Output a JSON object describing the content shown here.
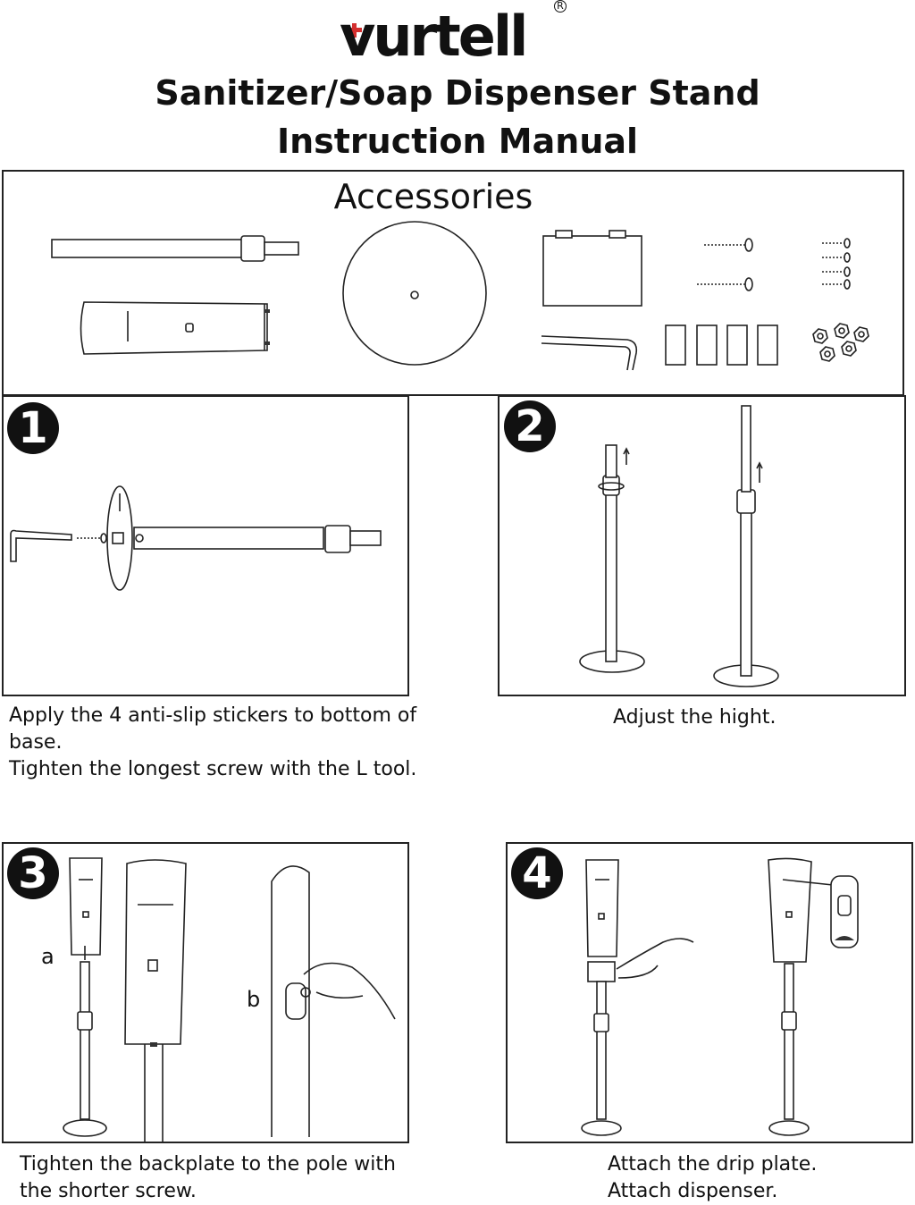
{
  "header": {
    "brand": "vurtell",
    "registered_mark": "R",
    "title_line1": "Sanitizer/Soap Dispenser Stand",
    "title_line2": "Instruction Manual"
  },
  "accessories": {
    "title": "Accessories"
  },
  "steps": [
    {
      "number": "1",
      "caption": "Apply the 4 anti-slip stickers to bottom of\n base.\nTighten the longest screw with the L tool."
    },
    {
      "number": "2",
      "caption": "Adjust the hight."
    },
    {
      "number": "3",
      "caption": "Tighten the backplate to the pole with\nthe shorter screw.",
      "label_a": "a",
      "label_b": "b"
    },
    {
      "number": "4",
      "caption": "Attach the drip plate.\nAttach dispenser."
    }
  ],
  "colors": {
    "ink": "#222222",
    "logo_cross": "#d32f2f",
    "background": "#ffffff"
  }
}
